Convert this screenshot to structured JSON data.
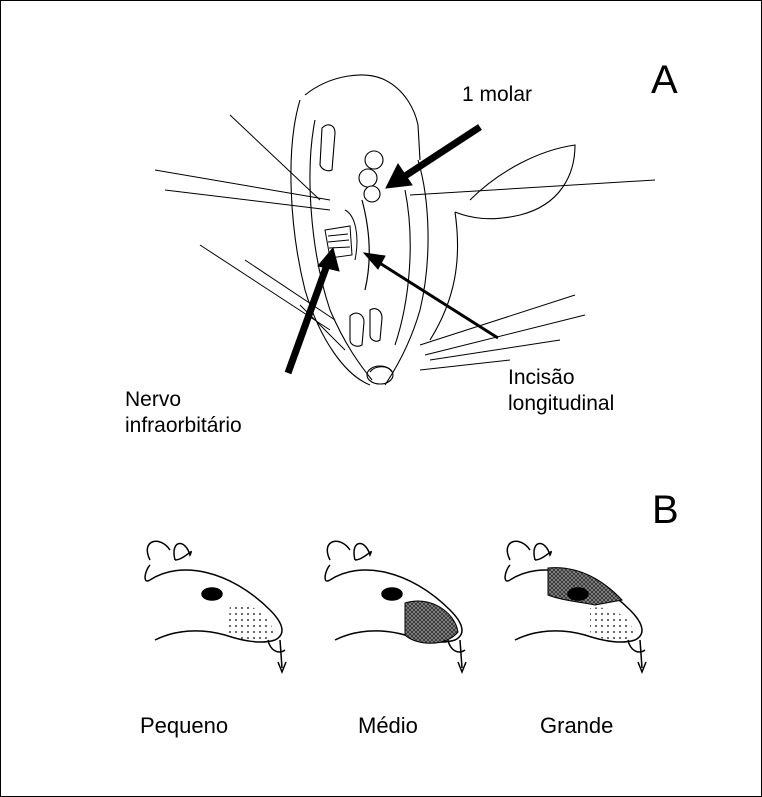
{
  "panel_a": {
    "letter": "A",
    "labels": {
      "molar": "1 molar",
      "nerve": [
        "Nervo",
        "infraorbitário"
      ],
      "incision": [
        "Incisão",
        "longitudinal"
      ]
    }
  },
  "panel_b": {
    "letter": "B",
    "captions": [
      "Pequeno",
      "Médio",
      "Grande"
    ]
  }
}
